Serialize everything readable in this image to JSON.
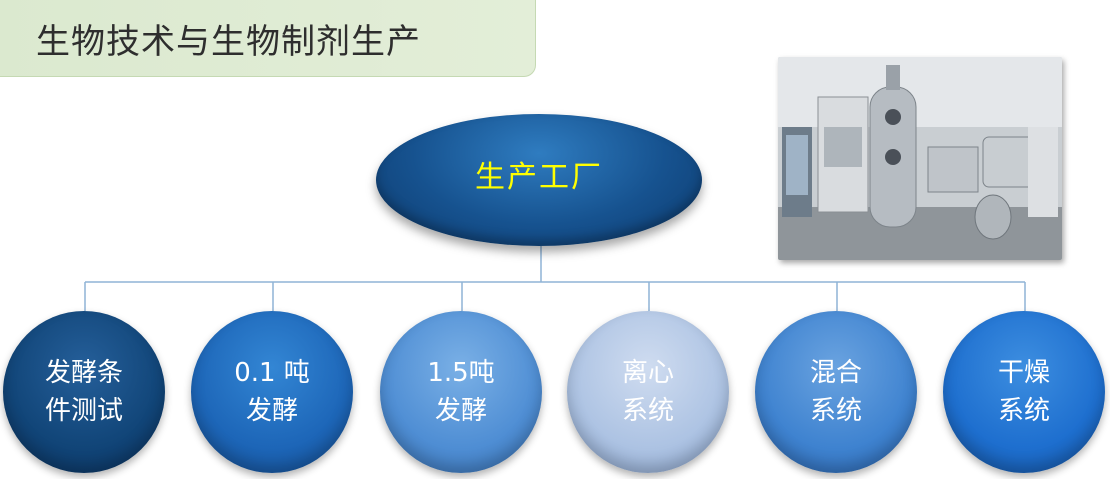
{
  "header": {
    "title": "生物技术与生物制剂生产"
  },
  "root_node": {
    "label": "生产工厂"
  },
  "nodes": [
    {
      "label": "发酵条\n件测试"
    },
    {
      "label": "0.1 吨\n发酵"
    },
    {
      "label": "1.5吨\n发酵"
    },
    {
      "label": "离心\n系统"
    },
    {
      "label": "混合\n系统"
    },
    {
      "label": "干燥\n系统"
    }
  ]
}
